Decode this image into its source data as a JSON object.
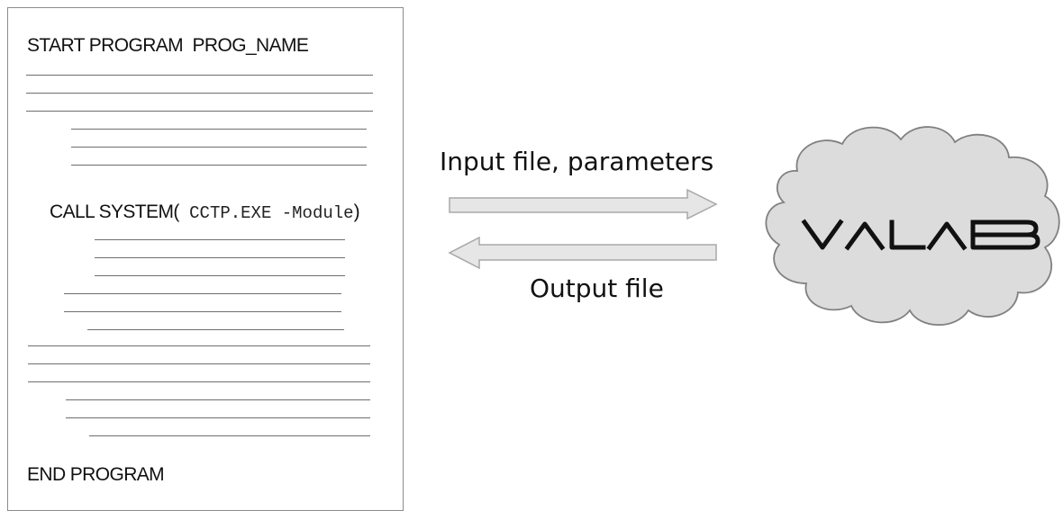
{
  "program": {
    "start_line": "START PROGRAM  PROG_NAME",
    "call_prefix": "CALL SYSTEM(",
    "call_command": " CCTP.EXE -Module",
    "call_suffix": ")",
    "end_line": "END PROGRAM"
  },
  "arrows": {
    "input_label": "Input file, parameters",
    "output_label": "Output file"
  },
  "cloud": {
    "label": "VALAB"
  },
  "colors": {
    "arrow_fill": "#e6e6e6",
    "arrow_stroke": "#a8a8a8",
    "cloud_fill": "#dcdcdc",
    "cloud_stroke": "#808080",
    "text": "#111111"
  }
}
